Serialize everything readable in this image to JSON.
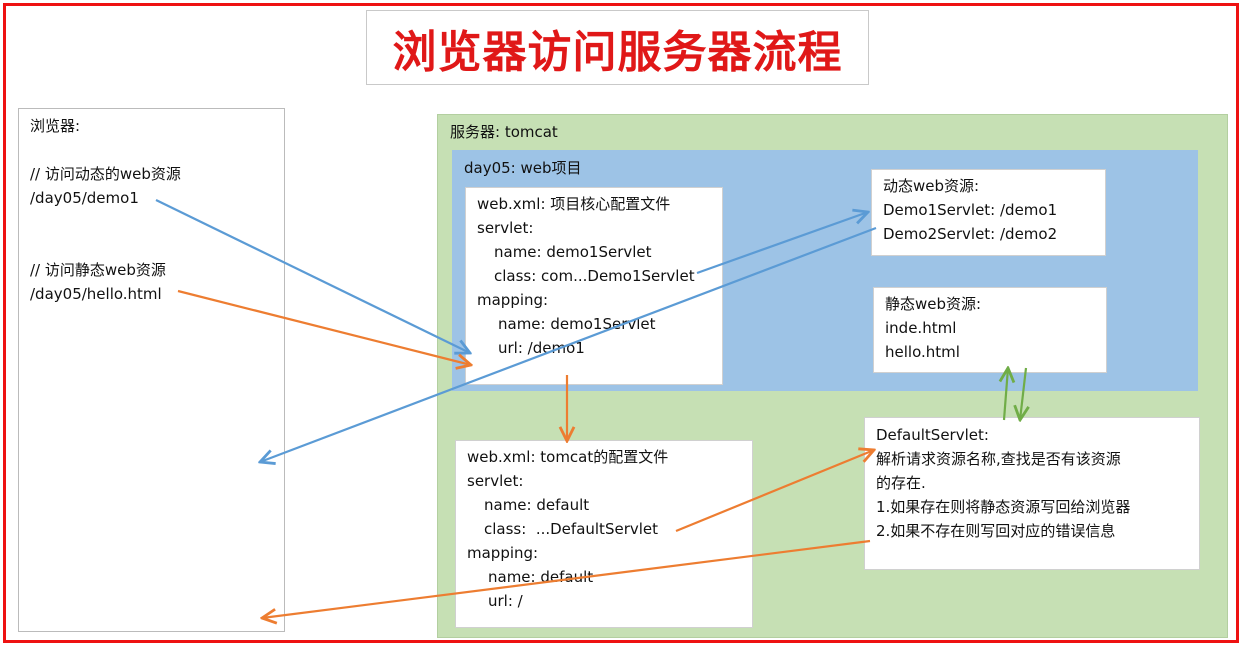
{
  "title": "浏览器访问服务器流程",
  "browser": {
    "header": "浏览器:",
    "dynamic_comment": "// 访问动态的web资源",
    "dynamic_url": "/day05/demo1",
    "static_comment": "// 访问静态web资源",
    "static_url": "/day05/hello.html"
  },
  "server": {
    "header": "服务器: tomcat",
    "project": {
      "header": "day05: web项目",
      "webxml": {
        "title": "web.xml: 项目核心配置文件",
        "servlet": "servlet:",
        "name": "name: demo1Servlet",
        "class": "class: com...Demo1Servlet",
        "mapping": "mapping:",
        "map_name": "name: demo1Servlet",
        "map_url": "url: /demo1"
      },
      "dynamic": {
        "title": "动态web资源:",
        "line1": "Demo1Servlet: /demo1",
        "line2": "Demo2Servlet: /demo2"
      },
      "static": {
        "title": "静态web资源:",
        "line1": "inde.html",
        "line2": "hello.html"
      }
    },
    "tomcat_webxml": {
      "title": "web.xml: tomcat的配置文件",
      "servlet": "servlet:",
      "name": "name: default",
      "class": "class:  ...DefaultServlet",
      "mapping": "mapping:",
      "map_name": "name: default",
      "map_url": "url: /"
    },
    "default_servlet": {
      "title": "DefaultServlet:",
      "line1": "解析请求资源名称,查找是否有该资源",
      "line2": "的存在.",
      "line3": "1.如果存在则将静态资源写回给浏览器",
      "line4": "2.如果不存在则写回对应的错误信息"
    }
  },
  "colors": {
    "title": "#e01818",
    "frame": "#ee1111",
    "server_bg": "#c6e0b4",
    "project_bg": "#9dc3e6",
    "arrow_blue": "#5b9bd5",
    "arrow_orange": "#ed7d31",
    "arrow_green": "#70ad47"
  }
}
